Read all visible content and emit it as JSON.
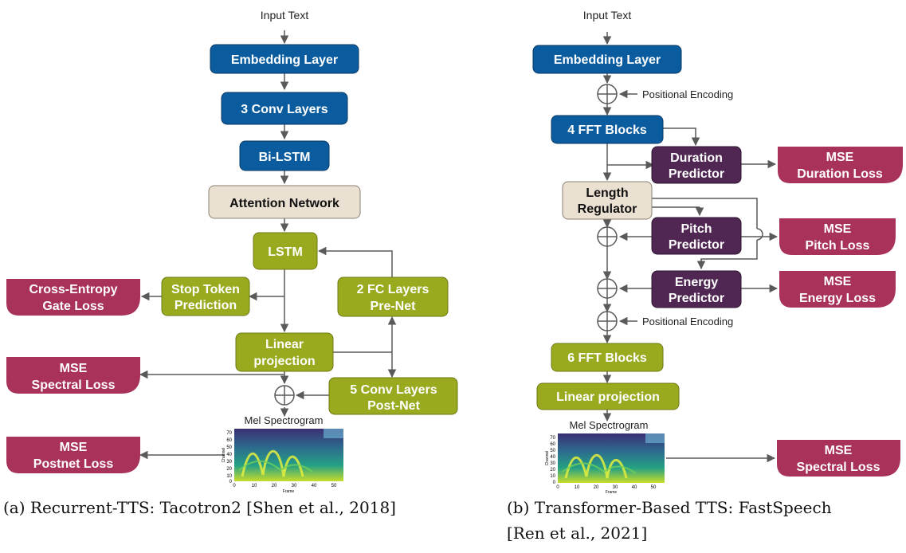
{
  "colors": {
    "blue": "#0a5c9e",
    "olive": "#9aaa1f",
    "purple": "#4f2752",
    "crimson": "#a8325a",
    "beige": "#ebe1d2",
    "edge": "#5a5a5a"
  },
  "left": {
    "input_text": "Input Text",
    "embedding": "Embedding Layer",
    "conv3": "3 Conv Layers",
    "bilstm": "Bi-LSTM",
    "attention": "Attention Network",
    "lstm": "LSTM",
    "stop_token": [
      "Stop Token",
      "Prediction"
    ],
    "prenet": [
      "2 FC Layers",
      "Pre-Net"
    ],
    "linear": [
      "Linear",
      "projection"
    ],
    "postnet": [
      "5 Conv Layers",
      "Post-Net"
    ],
    "gate_loss": [
      "Cross-Entropy",
      "Gate Loss"
    ],
    "spectral_loss": [
      "MSE",
      "Spectral Loss"
    ],
    "postnet_loss": [
      "MSE",
      "Postnet Loss"
    ],
    "mel_title": "Mel Spectrogram",
    "caption": "(a) Recurrent-TTS: Tacotron2 [Shen et al., 2018]"
  },
  "right": {
    "input_text": "Input Text",
    "embedding": "Embedding Layer",
    "pos_enc_1": "Positional Encoding",
    "fft4": "4 FFT Blocks",
    "duration": [
      "Duration",
      "Predictor"
    ],
    "duration_loss": [
      "MSE",
      "Duration Loss"
    ],
    "length_reg": [
      "Length",
      "Regulator"
    ],
    "pitch": [
      "Pitch",
      "Predictor"
    ],
    "pitch_loss": [
      "MSE",
      "Pitch Loss"
    ],
    "energy": [
      "Energy",
      "Predictor"
    ],
    "energy_loss": [
      "MSE",
      "Energy Loss"
    ],
    "pos_enc_2": "Positional Encoding",
    "fft6": "6 FFT Blocks",
    "linear": "Linear projection",
    "mel_title": "Mel Spectrogram",
    "spectral_loss": [
      "MSE",
      "Spectral Loss"
    ],
    "caption_1": "(b) Transformer-Based TTS: FastSpeech",
    "caption_2": "[Ren et al., 2021]"
  },
  "mel_axes": {
    "y_label": "Channel",
    "x_label": "Frame",
    "y_ticks": [
      "70",
      "60",
      "50",
      "40",
      "30",
      "20",
      "10",
      "0"
    ],
    "x_ticks": [
      "0",
      "10",
      "20",
      "30",
      "40",
      "50"
    ]
  }
}
